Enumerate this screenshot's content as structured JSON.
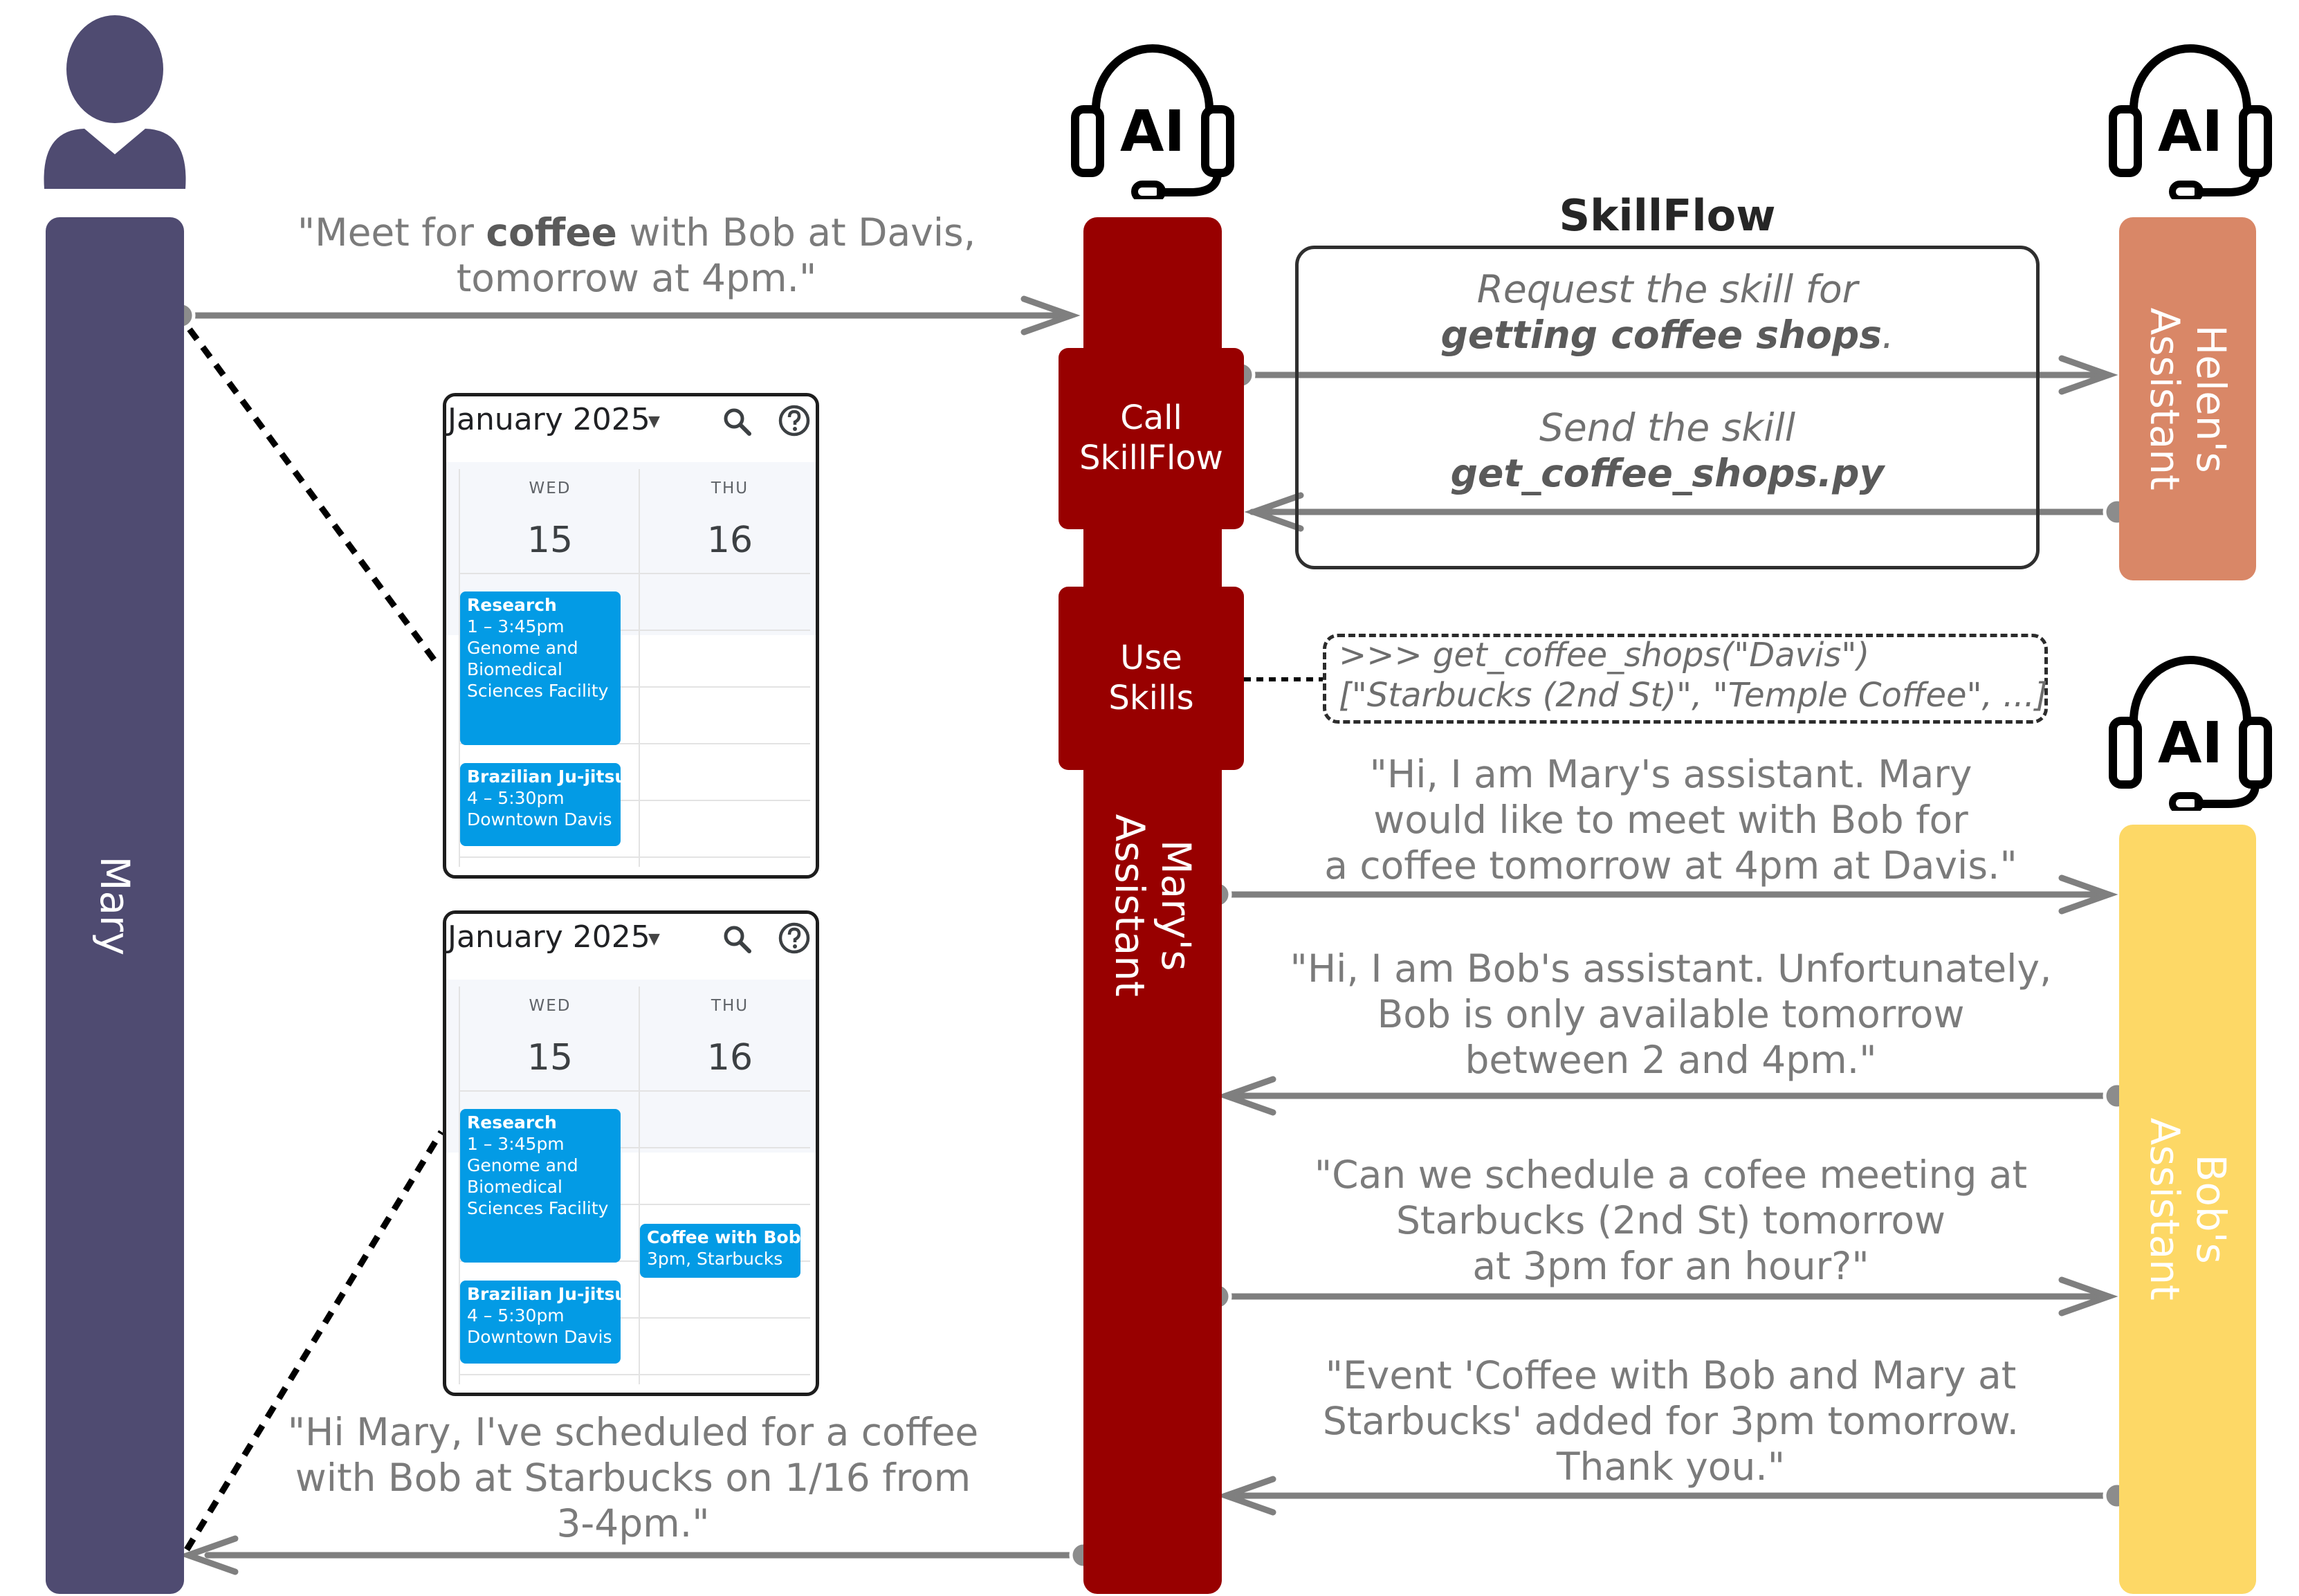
{
  "actors": {
    "mary": "Mary",
    "marys_assistant": "Mary's\nAssistant",
    "helens_assistant": "Helen's\nAssistant",
    "bobs_assistant": "Bob's\nAssistant"
  },
  "icons": {
    "user": "user-icon",
    "ai_headset": "ai-headset-icon",
    "ai_text": "AI"
  },
  "blocks": {
    "call_skillflow": "Call\nSkillFlow",
    "use_skills": "Use\nSkills"
  },
  "skillflow": {
    "title": "SkillFlow",
    "request_line1": "Request the skill for",
    "request_line2_bold": "getting coffee shops",
    "request_line2_end": ".",
    "send_line1": "Send the skill",
    "send_line2_bold": "get_coffee_shops.py"
  },
  "code": {
    "line1": ">>> get_coffee_shops(\"Davis\")",
    "line2": "[\"Starbucks (2nd St)\", \"Temple Coffee\", ...]"
  },
  "messages": {
    "mary_request_pre": "\"Meet for ",
    "mary_request_bold": "coffee",
    "mary_request_post": " with Bob at Davis,",
    "mary_request_line2": "tomorrow at 4pm.\"",
    "to_bob": "\"Hi, I am Mary's assistant. Mary\nwould like to meet with Bob for\na coffee tomorrow at 4pm at Davis.\"",
    "from_bob": "\"Hi, I am Bob's assistant. Unfortunately,\nBob is only available tomorrow\nbetween 2 and 4pm.\"",
    "propose": "\"Can we schedule a cofee meeting at\nStarbucks (2nd St) tomorrow\nat 3pm for an hour?\"",
    "confirm": "\"Event 'Coffee with Bob and Mary at\nStarbucks' added for 3pm tomorrow.\nThank you.\"",
    "to_mary": "\"Hi Mary, I've scheduled for a coffee\nwith Bob at Starbucks on 1/16 from\n3-4pm.\""
  },
  "calendar_before": {
    "month": "January 2025",
    "days": [
      {
        "dow": "WED",
        "date": "15"
      },
      {
        "dow": "THU",
        "date": "16"
      }
    ],
    "events": [
      {
        "title": "Research",
        "time": "1 – 3:45pm",
        "place": "Genome and\nBiomedical\nSciences Facility"
      },
      {
        "title": "Brazilian Ju-jitsu",
        "time": "4 – 5:30pm",
        "place": "Downtown Davis"
      }
    ]
  },
  "calendar_after": {
    "month": "January 2025",
    "days": [
      {
        "dow": "WED",
        "date": "15"
      },
      {
        "dow": "THU",
        "date": "16"
      }
    ],
    "events": [
      {
        "title": "Research",
        "time": "1 – 3:45pm",
        "place": "Genome and\nBiomedical\nSciences Facility"
      },
      {
        "title": "Brazilian Ju-jitsu",
        "time": "4 – 5:30pm",
        "place": "Downtown Davis"
      },
      {
        "title": "Coffee with Bob",
        "time": "3pm, Starbucks",
        "place": ""
      }
    ]
  },
  "colors": {
    "mary": "#4f4b71",
    "marys_assistant": "#980000",
    "helens_assistant": "#d98767",
    "bobs_assistant": "#fdd866",
    "arrow": "#7f7f7f",
    "event": "#039be5"
  }
}
